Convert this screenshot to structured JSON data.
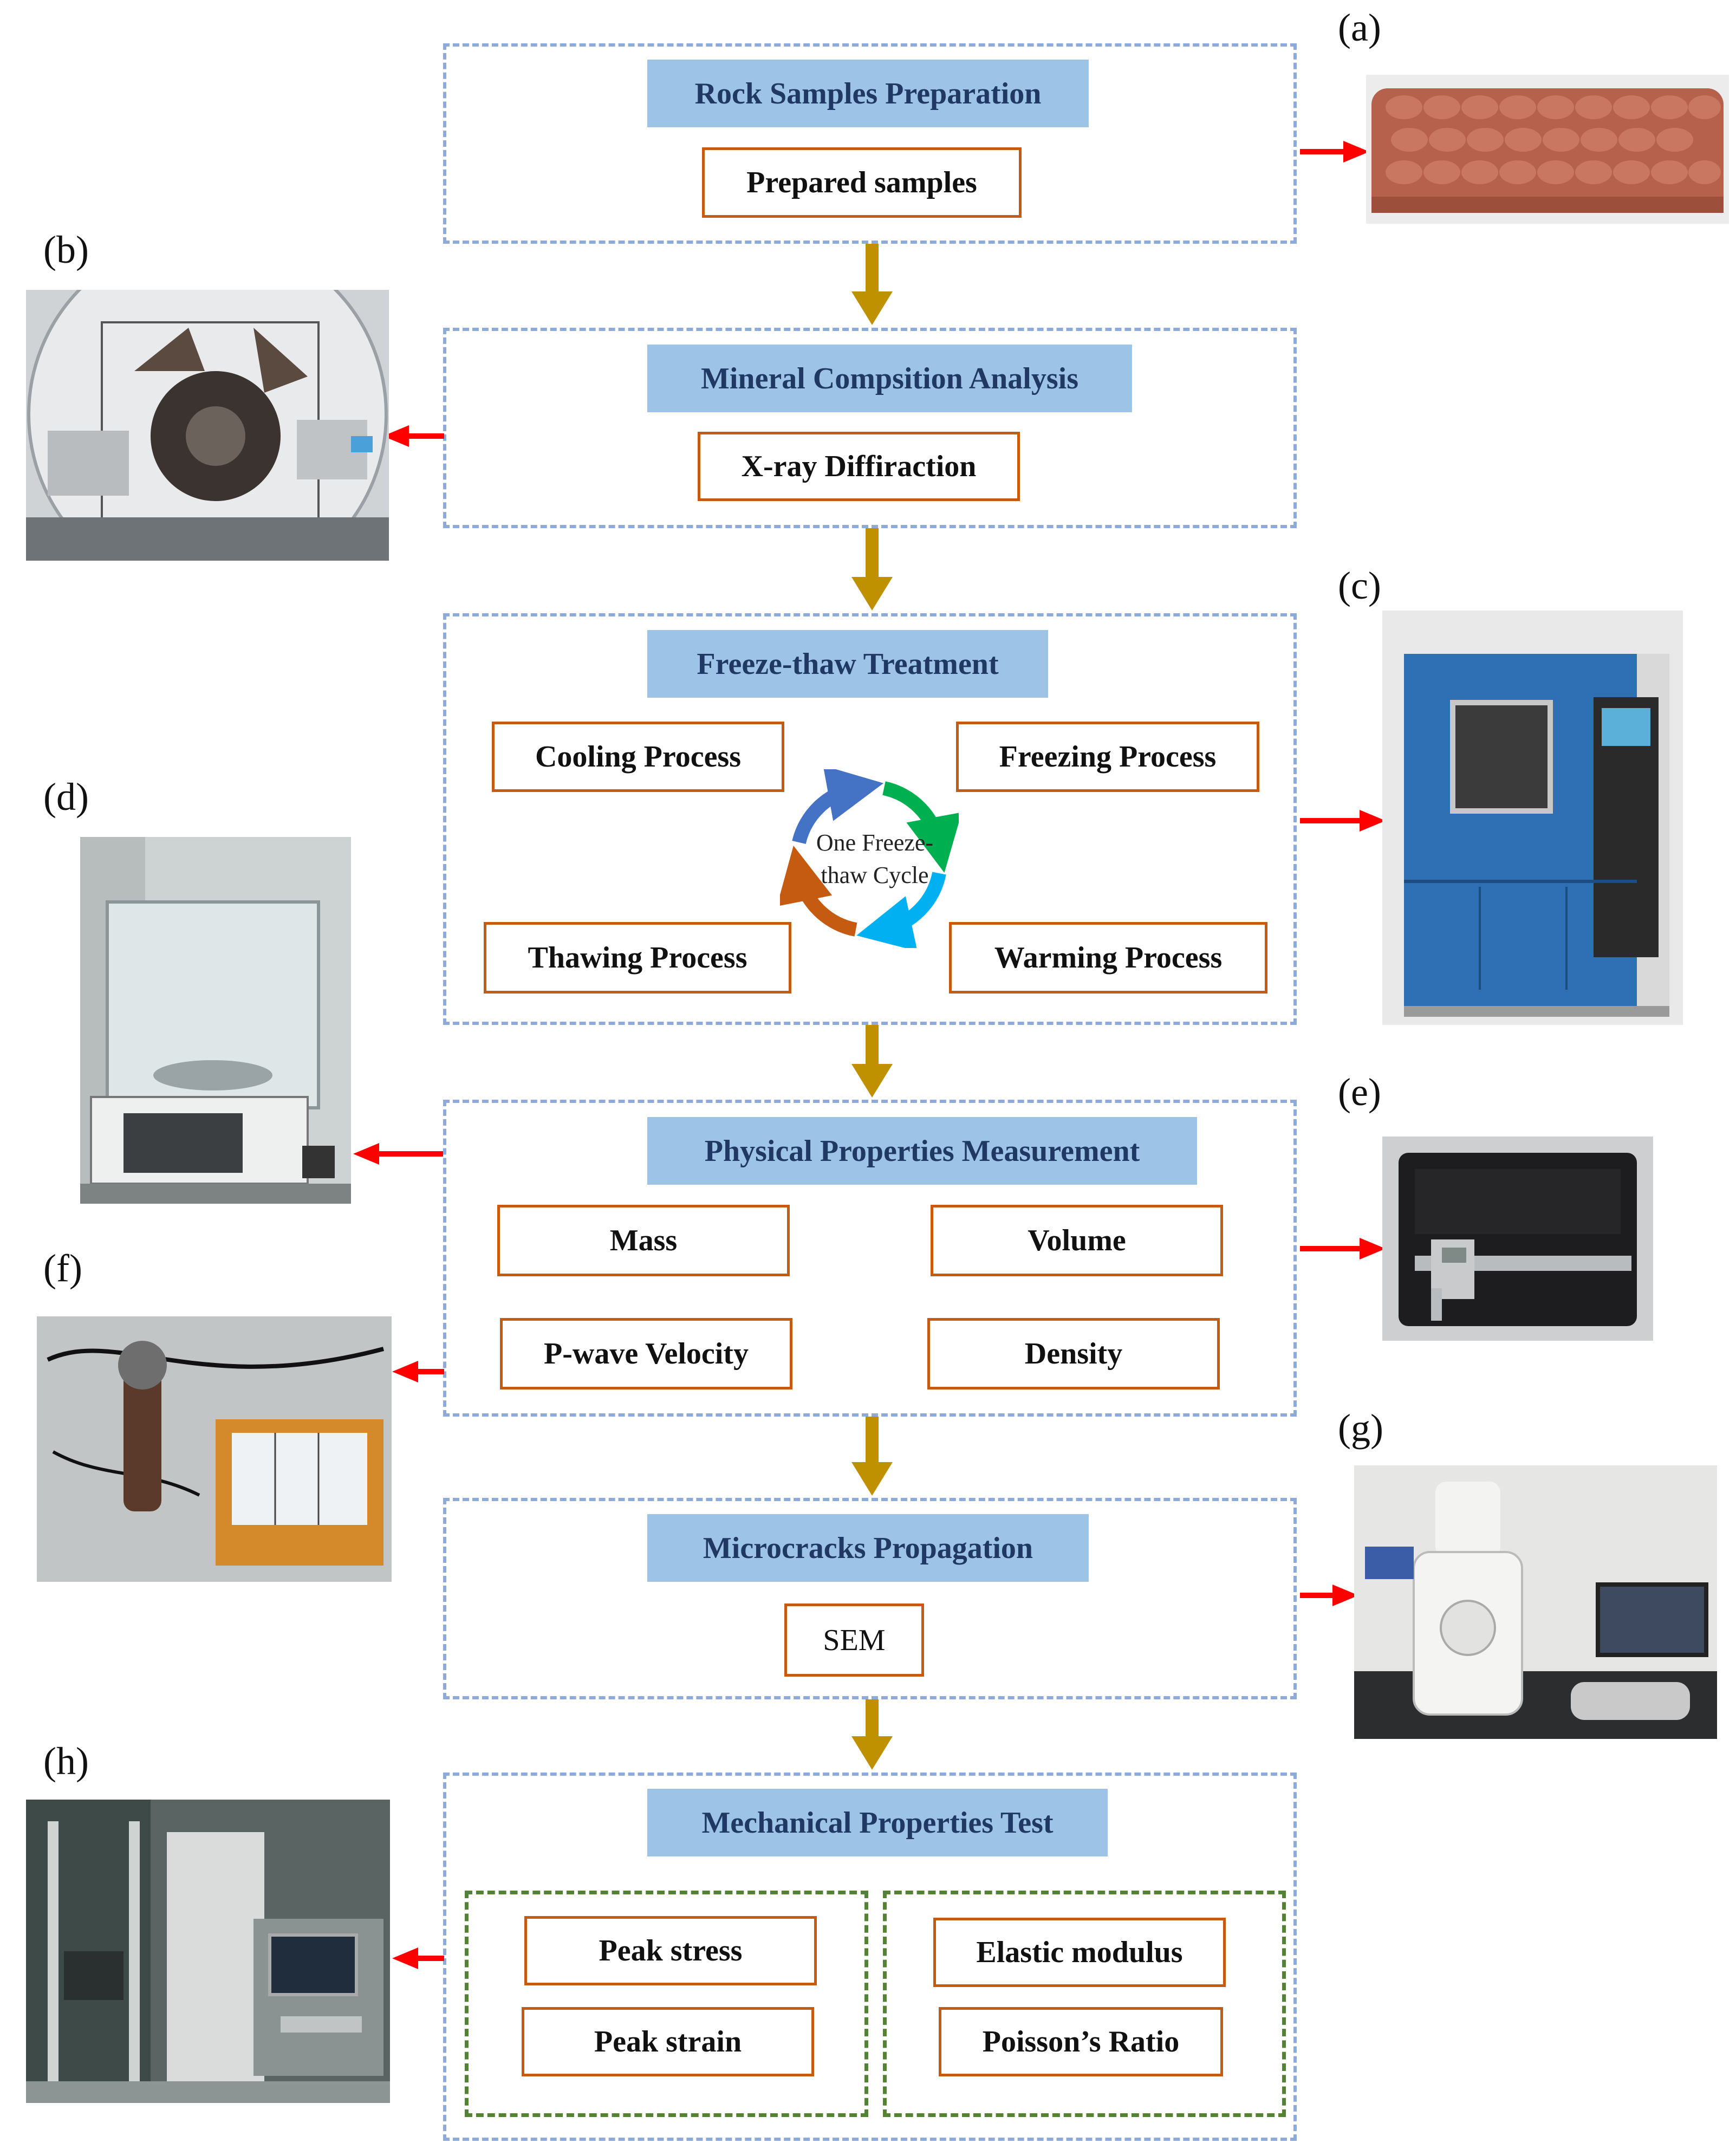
{
  "stages": [
    {
      "title": "Rock Samples Preparation",
      "items": [
        "Prepared samples"
      ]
    },
    {
      "title": "Mineral Compsition Analysis",
      "items": [
        "X-ray Diffiraction"
      ]
    },
    {
      "title": "Freeze-thaw Treatment",
      "items": [
        "Cooling Process",
        "Freezing Process",
        "Thawing Process",
        "Warming Process"
      ],
      "cycle_label_1": "One Freeze-",
      "cycle_label_2": "thaw Cycle"
    },
    {
      "title": "Physical Properties Measurement",
      "items": [
        "Mass",
        "Volume",
        "P-wave Velocity",
        "Density"
      ]
    },
    {
      "title": "Microcracks Propagation",
      "items": [
        "SEM"
      ]
    },
    {
      "title": "Mechanical Properties Test",
      "items": [
        "Peak stress",
        "Peak strain",
        "Elastic modulus",
        "Poisson’s Ratio"
      ]
    }
  ],
  "panels": {
    "a": "(a)",
    "b": "(b)",
    "c": "(c)",
    "d": "(d)",
    "e": "(e)",
    "f": "(f)",
    "g": "(g)",
    "h": "(h)"
  },
  "colors": {
    "stage_border": "#8eaadb",
    "title_fill": "#9dc3e6",
    "item_border": "#c55a11",
    "flow_arrow": "#bf9000",
    "pointer_arrow": "#ff0000",
    "group_border": "#548235"
  }
}
